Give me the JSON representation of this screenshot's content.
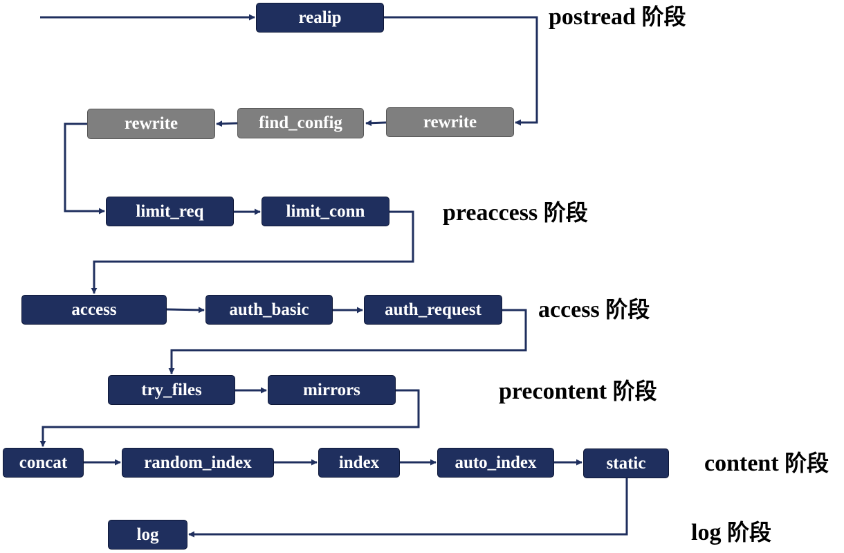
{
  "nodes": {
    "realip": "realip",
    "rewrite_post": "rewrite",
    "find_config": "find_config",
    "rewrite_pre": "rewrite",
    "limit_req": "limit_req",
    "limit_conn": "limit_conn",
    "access": "access",
    "auth_basic": "auth_basic",
    "auth_request": "auth_request",
    "try_files": "try_files",
    "mirrors": "mirrors",
    "concat": "concat",
    "random_index": "random_index",
    "index": "index",
    "auto_index": "auto_index",
    "static": "static",
    "log": "log"
  },
  "phases": {
    "postread": {
      "name": "postread",
      "suffix": "阶段"
    },
    "preaccess": {
      "name": "preaccess",
      "suffix": "阶段"
    },
    "access": {
      "name": "access",
      "suffix": "阶段"
    },
    "precontent": {
      "name": "precontent",
      "suffix": "阶段"
    },
    "content": {
      "name": "content",
      "suffix": "阶段"
    },
    "log": {
      "name": "log",
      "suffix": "阶段"
    }
  },
  "colors": {
    "node": "#1f2f5e",
    "node_gray": "#7f7f7f",
    "arrow": "#1f2f5e",
    "text": "#ffffff"
  }
}
